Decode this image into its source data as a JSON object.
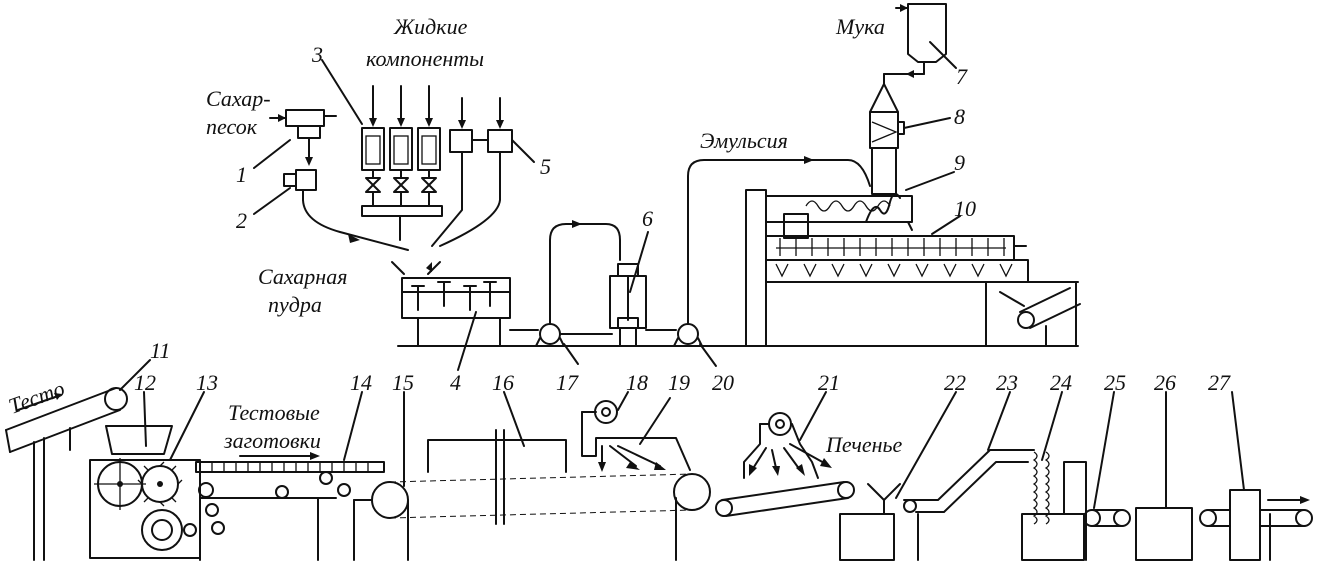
{
  "labels": {
    "liquid_components_1": "Жидкие",
    "liquid_components_2": "компоненты",
    "flour": "Мука",
    "sugar_1": "Сахар-",
    "sugar_2": "песок",
    "emulsion": "Эмульсия",
    "powdered_sugar_1": "Сахарная",
    "powdered_sugar_2": "пудра",
    "dough": "Тесто",
    "dough_pieces_1": "Тестовые",
    "dough_pieces_2": "заготовки",
    "cookies": "Печенье"
  },
  "numbers": {
    "n1": "1",
    "n2": "2",
    "n3": "3",
    "n4": "4",
    "n5": "5",
    "n6": "6",
    "n7": "7",
    "n8": "8",
    "n9": "9",
    "n10": "10",
    "n11": "11",
    "n12": "12",
    "n13": "13",
    "n14": "14",
    "n15": "15",
    "n16": "16",
    "n17": "17",
    "n18": "18",
    "n19": "19",
    "n20": "20",
    "n21": "21",
    "n22": "22",
    "n23": "23",
    "n24": "24",
    "n25": "25",
    "n26": "26",
    "n27": "27"
  },
  "colors": {
    "line": "#111111",
    "background": "#ffffff"
  }
}
